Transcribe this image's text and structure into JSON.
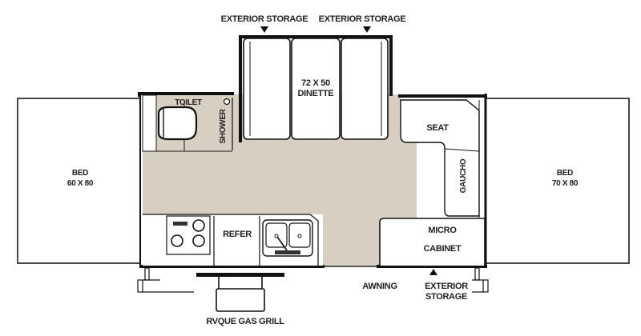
{
  "floorplan": {
    "colors": {
      "floor": "#d6cfc2",
      "wall": "#111111",
      "line": "#1a1a1a",
      "fixture": "#ffffff"
    },
    "rooms": {
      "bed_left": {
        "label": "BED",
        "size": "60 X 80"
      },
      "bed_right": {
        "label": "BED",
        "size": "70 X 80"
      },
      "toilet": {
        "label": "TOILET"
      },
      "shower": {
        "label": "SHOWER"
      },
      "dinette": {
        "size": "72 X 50",
        "label": "DINETTE"
      },
      "seat": {
        "label": "SEAT"
      },
      "gaucho": {
        "label": "GAUCHO"
      },
      "refer": {
        "label": "REFER"
      },
      "micro": {
        "label": "MICRO"
      },
      "cabinet": {
        "label": "CABINET"
      }
    },
    "callouts": {
      "exterior_storage_left": "EXTERIOR STORAGE",
      "exterior_storage_right": "EXTERIOR STORAGE",
      "exterior_storage_bottom_1": "EXTERIOR",
      "exterior_storage_bottom_2": "STORAGE",
      "awning": "AWNING",
      "grill": "RVQUE GAS GRILL"
    }
  }
}
